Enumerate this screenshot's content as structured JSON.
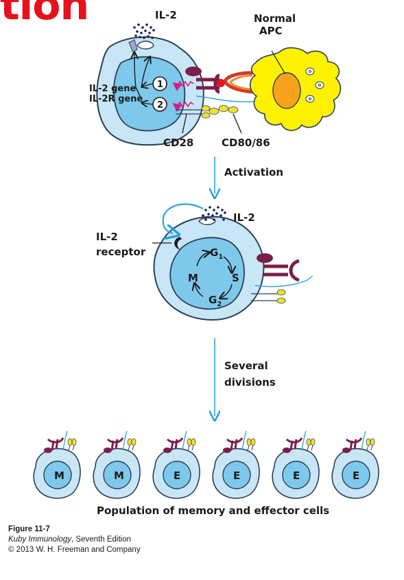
{
  "title_fragment": "tion",
  "labels": {
    "il2_top": "IL-2",
    "normal": "Normal",
    "apc": "APC",
    "il2_gene": "IL-2 gene",
    "il2r_gene": "IL-2R gene",
    "step1": "1",
    "step2": "2",
    "cd28": "CD28",
    "cd80": "CD80/86",
    "activation": "Activation",
    "il2_mid": "IL-2",
    "il2_receptor_a": "IL-2",
    "il2_receptor_b": "receptor",
    "g1_main": "G",
    "g1_sub": "1",
    "s": "S",
    "m": "M",
    "g2_main": "G",
    "g2_sub": "2",
    "several": "Several",
    "divisions": "divisions",
    "population": "Population of memory and effector cells"
  },
  "cells": [
    "M",
    "M",
    "E",
    "E",
    "E",
    "E"
  ],
  "caption": {
    "figure": "Figure 11-7",
    "book": "Kuby Immunology",
    "edition": ", Seventh Edition",
    "copyright": "© 2013 W. H. Freeman and Company"
  },
  "colors": {
    "cell_outer": "#c8e6f5",
    "nucleus": "#7ec8ec",
    "outline": "#2a3f58",
    "apc_body": "#fff200",
    "apc_nucleus": "#f7a21b",
    "arrow": "#29a3dc",
    "magenta": "#d81b88",
    "receptor": "#7a1f4a",
    "costim": "#f2e030",
    "title": "#e8101a"
  }
}
